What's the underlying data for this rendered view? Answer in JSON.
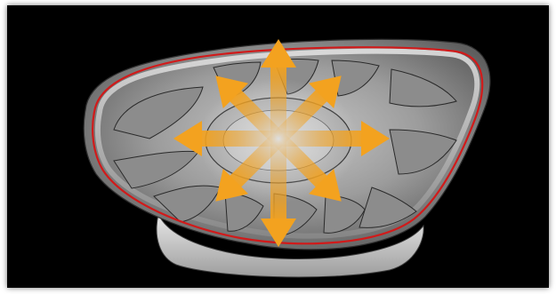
{
  "scene": {
    "subject": "insole-model-icon",
    "background_color": "#000000",
    "frame_color": "#ffffff",
    "model_fill": "#9a9a9a",
    "model_highlight": "#d8d8d8",
    "model_shadow": "#4a4a4a",
    "outline_color": "#d11a1a",
    "arrow_color": "#f3a21f",
    "arrow_count": 8,
    "arrow_directions": [
      "up",
      "up-right",
      "right",
      "down-right",
      "down",
      "down-left",
      "left",
      "up-left"
    ]
  }
}
